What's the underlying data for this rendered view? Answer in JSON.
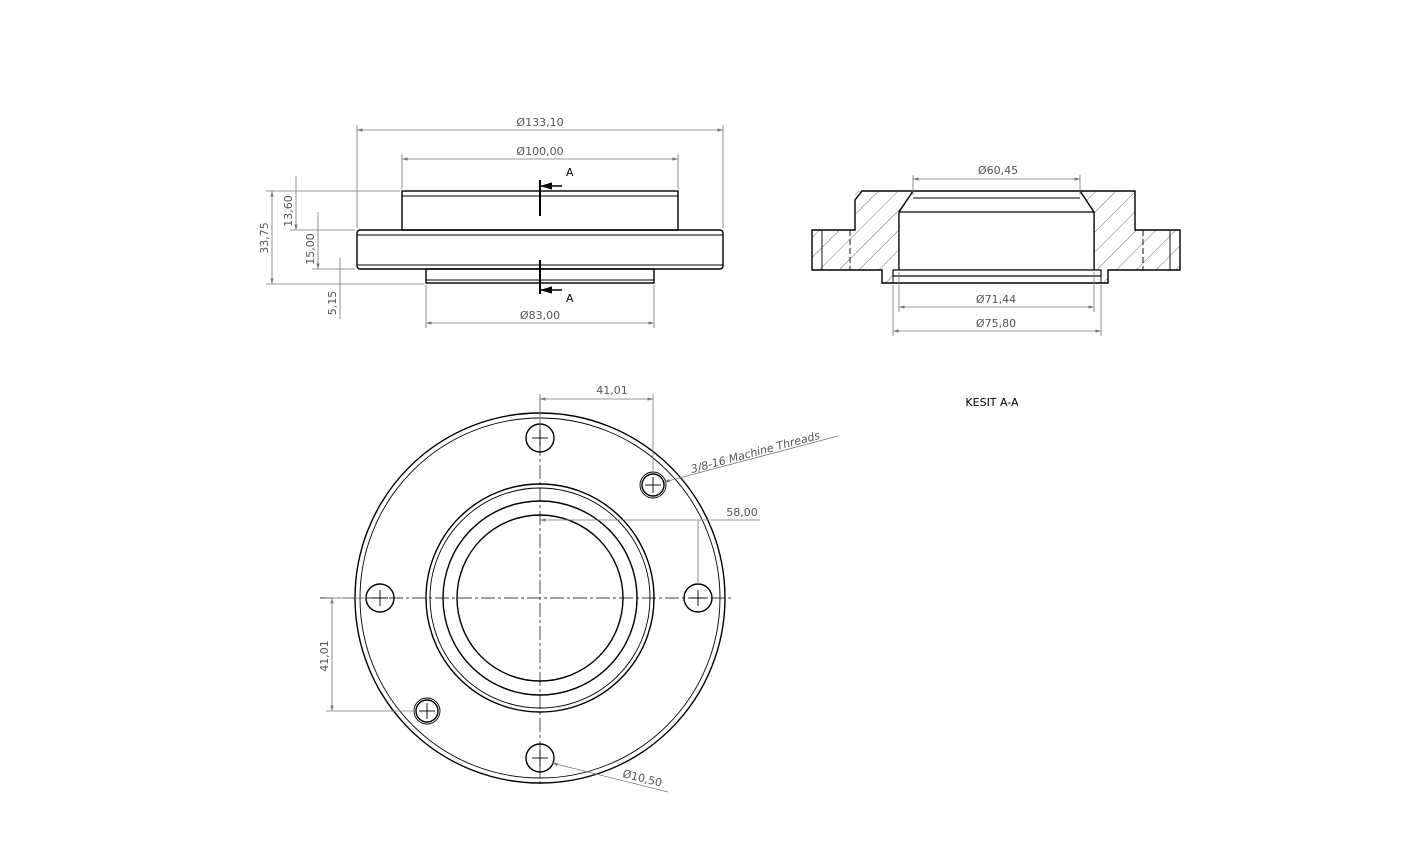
{
  "front_view": {
    "dim_outer_dia": "Ø133,10",
    "dim_boss_dia": "Ø100,00",
    "dim_bottom_dia": "Ø83,00",
    "dim_total_height": "33,75",
    "dim_boss_height": "13,60",
    "dim_flange_height": "15,00",
    "dim_bottom_height": "5,15",
    "section_mark_top": "A",
    "section_mark_bottom": "A"
  },
  "section_view": {
    "dim_top_bore": "Ø60,45",
    "dim_bore": "Ø71,44",
    "dim_groove": "Ø75,80",
    "title": "KESIT A-A"
  },
  "top_view": {
    "dim_horizontal_offset": "41,01",
    "dim_vertical_offset": "41,01",
    "dim_radius": "58,00",
    "thread_callout": "3/8-16 Machine Threads",
    "hole_dia": "Ø10,50"
  }
}
